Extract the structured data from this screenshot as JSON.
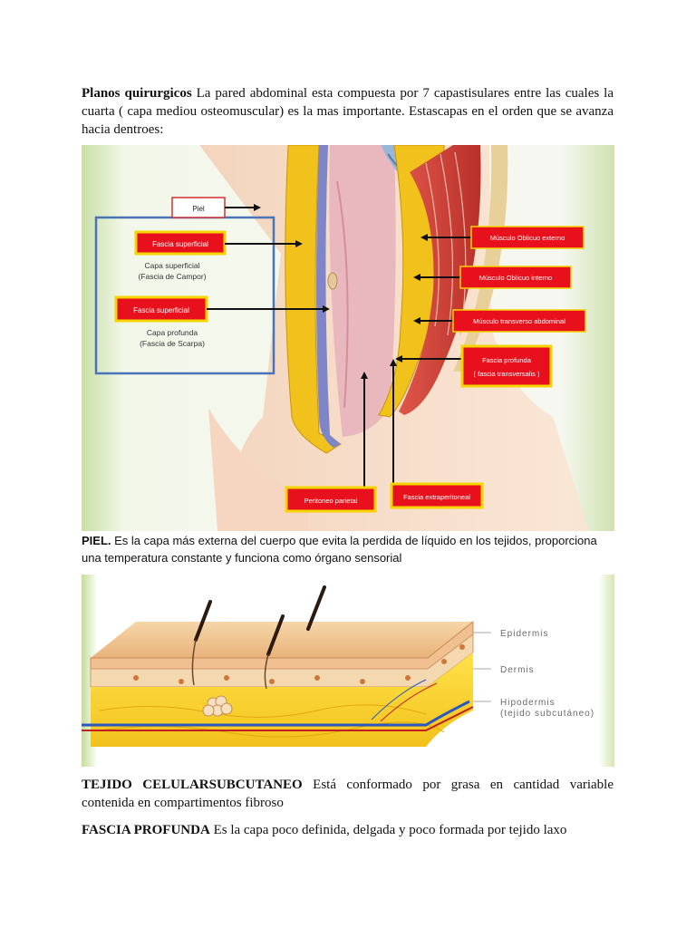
{
  "intro": {
    "heading": "Planos quirurgicos",
    "text": " La pared abdominal esta compuesta por 7 capastisulares entre las cuales la cuarta ( capa mediou osteomuscular) es la mas importante. Estascapas en el orden que se avanza hacia dentroes:"
  },
  "figure1": {
    "labels": {
      "piel": "Piel",
      "fascia_sup_1": "Fascia superficial",
      "capa_sup_1": "Capa superficial",
      "capa_sup_2": "(Fascia de Campor)",
      "fascia_sup_2": "Fascia superficial",
      "capa_prof_1": "Capa profunda",
      "capa_prof_2": "(Fascia de Scarpa)",
      "oblicuo_externo": "Músculo Oblicuo externo",
      "oblicuo_interno": "Músculo Oblicuo interno",
      "transverso": "Músculo transverso abdominal",
      "fascia_profunda_1": "Fascia profunda",
      "fascia_profunda_2": "( fascia transversalis )",
      "peritoneo": "Peritoneo parietal",
      "extraperitoneal": "Fascia extraperitoneal"
    }
  },
  "piel": {
    "heading": "PIEL.",
    "text": " Es la capa más externa del cuerpo que evita la perdida de líquido en los tejidos, proporciona una temperatura constante y funciona como órgano sensorial"
  },
  "figure2": {
    "labels": {
      "epidermis": "Epidermis",
      "dermis": "Dermis",
      "hipodermis_1": "Hipodermis",
      "hipodermis_2": "(tejido subcutáneo)"
    }
  },
  "tejido": {
    "heading": "TEJIDO CELULARSUBCUTANEO",
    "text": " Está conformado por grasa en cantidad variable contenida en compartimentos fibroso"
  },
  "fascia": {
    "heading": "FASCIA PROFUNDA",
    "text": " Es la capa poco definida, delgada y poco formada por tejido laxo"
  },
  "colors": {
    "label_fill": "#e8101c",
    "label_border": "#f5d400",
    "fat": "#f2c21c",
    "muscle": "#d8453a",
    "blue_box": "#4a74b8"
  }
}
